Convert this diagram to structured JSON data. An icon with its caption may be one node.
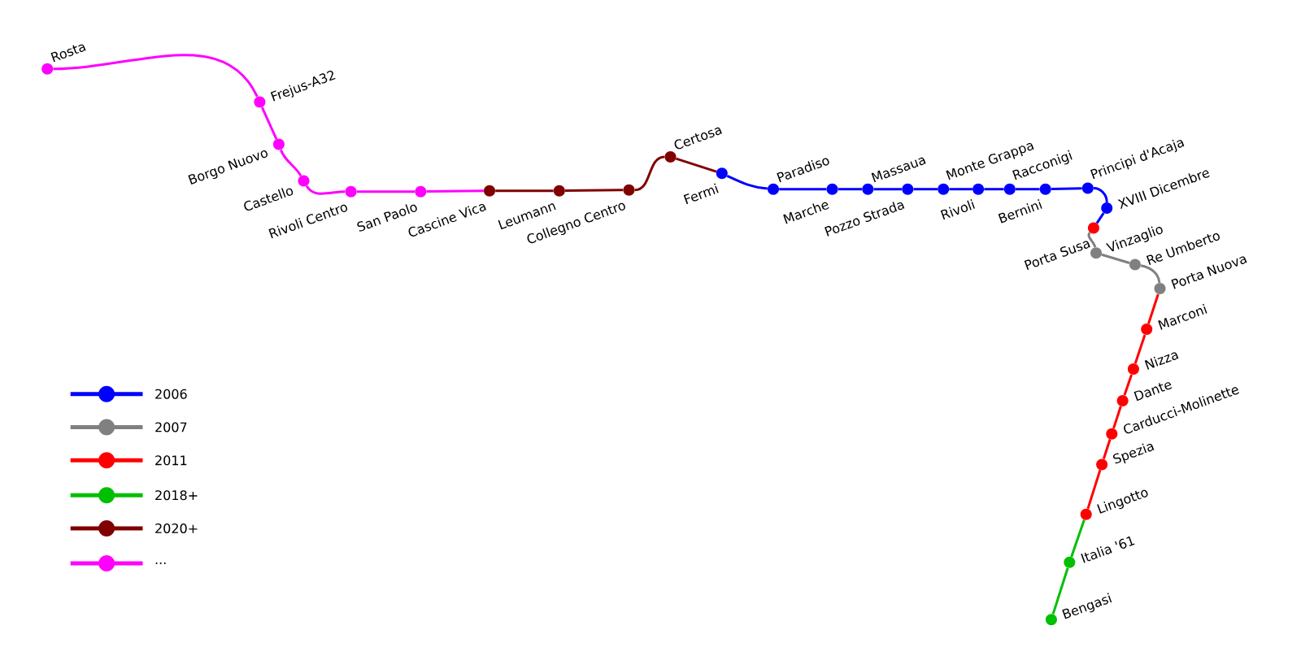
{
  "diagram": {
    "nodes": [
      {
        "text": [],
        "shape": "circle",
        "beside": [
          "Rosta"
        ]
      },
      {
        "text": [],
        "shape": "circle",
        "beside": [
          "Frejus-A32"
        ]
      },
      {
        "text": [],
        "shape": "circle",
        "beside": [
          "Borgo Nuovo"
        ]
      },
      {
        "text": [],
        "shape": "circle",
        "beside": [
          "Castello"
        ]
      },
      {
        "text": [],
        "shape": "circle",
        "beside": [
          "Rivoli Centro"
        ]
      },
      {
        "text": [],
        "shape": "circle",
        "beside": [
          "San Paolo"
        ]
      },
      {
        "text": [],
        "shape": "circle",
        "beside": [
          "Cascine Vica"
        ]
      },
      {
        "text": [],
        "shape": "circle",
        "beside": [
          "Leumann"
        ]
      },
      {
        "text": [],
        "shape": "circle",
        "beside": [
          "Collegno Centro"
        ]
      },
      {
        "text": [],
        "shape": "circle",
        "beside": [
          "Certosa"
        ]
      },
      {
        "text": [],
        "shape": "circle",
        "beside": [
          "Fermi"
        ]
      },
      {
        "text": [],
        "shape": "circle",
        "beside": [
          "Paradiso"
        ]
      },
      {
        "text": [],
        "shape": "circle",
        "beside": [
          "Marche"
        ]
      },
      {
        "text": [],
        "shape": "circle",
        "beside": [
          "Massaua"
        ]
      },
      {
        "text": [],
        "shape": "circle",
        "beside": [
          "Pozzo Strada"
        ]
      },
      {
        "text": [],
        "shape": "circle",
        "beside": [
          "Monte Grappa"
        ]
      },
      {
        "text": [],
        "shape": "circle",
        "beside": [
          "Rivoli"
        ]
      },
      {
        "text": [],
        "shape": "circle",
        "beside": [
          "Racconigi"
        ]
      },
      {
        "text": [],
        "shape": "circle",
        "beside": [
          "Bernini"
        ]
      },
      {
        "text": [],
        "shape": "circle",
        "beside": [
          "Principi d'Acaja"
        ]
      },
      {
        "text": [],
        "shape": "circle",
        "beside": [
          "XVIII Dicembre"
        ]
      },
      {
        "text": [],
        "shape": "circle",
        "beside": [
          "Porta Susa"
        ]
      },
      {
        "text": [],
        "shape": "circle",
        "beside": [
          "Vinzaglio"
        ]
      },
      {
        "text": [],
        "shape": "circle",
        "beside": [
          "Re Umberto"
        ]
      },
      {
        "text": [],
        "shape": "circle",
        "beside": [
          "Porta Nuova"
        ]
      },
      {
        "text": [],
        "shape": "circle",
        "beside": [
          "Marconi"
        ]
      },
      {
        "text": [],
        "shape": "circle",
        "beside": [
          "Nizza"
        ]
      },
      {
        "text": [],
        "shape": "circle",
        "beside": [
          "Dante"
        ]
      },
      {
        "text": [],
        "shape": "circle",
        "beside": [
          "Carducci-Molinette"
        ]
      },
      {
        "text": [],
        "shape": "circle",
        "beside": [
          "Spezia"
        ]
      },
      {
        "text": [],
        "shape": "circle",
        "beside": [
          "Lingotto"
        ]
      },
      {
        "text": [],
        "shape": "circle",
        "beside": [
          "Italia '61"
        ]
      },
      {
        "text": [],
        "shape": "circle",
        "beside": [
          "Bengasi"
        ]
      }
    ],
    "edges": [
      {
        "from": 0,
        "to": 1,
        "arrow": "none",
        "color": "#ff00ff"
      },
      {
        "from": 1,
        "to": 2,
        "arrow": "none",
        "color": "#ff00ff"
      },
      {
        "from": 2,
        "to": 3,
        "arrow": "none",
        "color": "#ff00ff"
      },
      {
        "from": 3,
        "to": 4,
        "arrow": "none",
        "color": "#ff00ff"
      },
      {
        "from": 4,
        "to": 5,
        "arrow": "none",
        "color": "#ff00ff"
      },
      {
        "from": 5,
        "to": 6,
        "arrow": "none",
        "color": "#ff00ff"
      },
      {
        "from": 6,
        "to": 7,
        "arrow": "none",
        "color": "#800000"
      },
      {
        "from": 7,
        "to": 8,
        "arrow": "none",
        "color": "#800000"
      },
      {
        "from": 8,
        "to": 9,
        "arrow": "none",
        "color": "#800000"
      },
      {
        "from": 9,
        "to": 10,
        "arrow": "none",
        "color": "#800000"
      },
      {
        "from": 10,
        "to": 11,
        "arrow": "none"
      },
      {
        "from": 11,
        "to": 12,
        "arrow": "none"
      },
      {
        "from": 12,
        "to": 13,
        "arrow": "none"
      },
      {
        "from": 13,
        "to": 14,
        "arrow": "none"
      },
      {
        "from": 14,
        "to": 15,
        "arrow": "none"
      },
      {
        "from": 15,
        "to": 16,
        "arrow": "none"
      },
      {
        "from": 16,
        "to": 17,
        "arrow": "none"
      },
      {
        "from": 17,
        "to": 18,
        "arrow": "none"
      },
      {
        "from": 18,
        "to": 19,
        "arrow": "none"
      },
      {
        "from": 19,
        "to": 20,
        "arrow": "none"
      },
      {
        "from": 20,
        "to": 21,
        "arrow": "none"
      },
      {
        "from": 21,
        "to": 22,
        "arrow": "none",
        "color": "#808080"
      },
      {
        "from": 22,
        "to": 23,
        "arrow": "none",
        "color": "#808080"
      },
      {
        "from": 23,
        "to": 24,
        "arrow": "none",
        "color": "#808080"
      },
      {
        "from": 24,
        "to": 25,
        "arrow": "none",
        "color": "#ff0000"
      },
      {
        "from": 25,
        "to": 26,
        "arrow": "none",
        "color": "#ff0000"
      },
      {
        "from": 26,
        "to": 27,
        "arrow": "none",
        "color": "#ff0000"
      },
      {
        "from": 27,
        "to": 28,
        "arrow": "none",
        "color": "#ff0000"
      },
      {
        "from": 28,
        "to": 29,
        "arrow": "none",
        "color": "#ff0000"
      },
      {
        "from": 29,
        "to": 30,
        "arrow": "none",
        "color": "#ff0000"
      },
      {
        "from": 30,
        "to": 31,
        "arrow": "none",
        "color": "#00c000"
      },
      {
        "from": 31,
        "to": 32,
        "arrow": "none",
        "color": "#00c000"
      }
    ],
    "legend": [
      {
        "text": "2006",
        "color": "#0000ff"
      },
      {
        "text": "2007",
        "color": "#808080"
      },
      {
        "text": "2011",
        "color": "#ff0000"
      },
      {
        "text": "2018+",
        "color": "#00c000"
      },
      {
        "text": "2020+",
        "color": "#800000"
      },
      {
        "text": "...",
        "color": "#ff00ff"
      }
    ]
  }
}
